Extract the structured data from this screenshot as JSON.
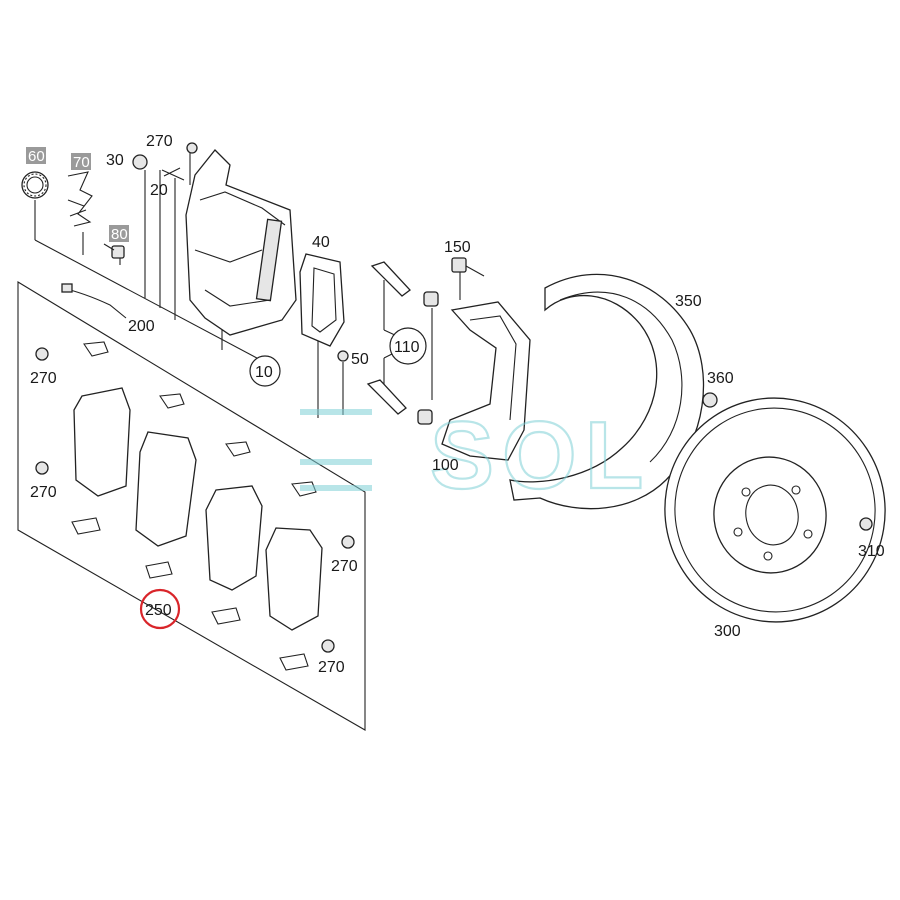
{
  "diagram": {
    "title": "",
    "highlight_color": "#d9252a",
    "labels": {
      "p10": "10",
      "p20": "20",
      "p30": "30",
      "p40": "40",
      "p50": "50",
      "p60": "60",
      "p70": "70",
      "p80": "80",
      "p100": "100",
      "p110": "110",
      "p150": "150",
      "p200": "200",
      "p250": "250",
      "p270a": "270",
      "p270b": "270",
      "p270c": "270",
      "p270d": "270",
      "p270e": "270",
      "p300": "300",
      "p310": "310",
      "p350": "350",
      "p360": "360"
    },
    "watermark": "SOL",
    "highlighted_part": "250"
  }
}
